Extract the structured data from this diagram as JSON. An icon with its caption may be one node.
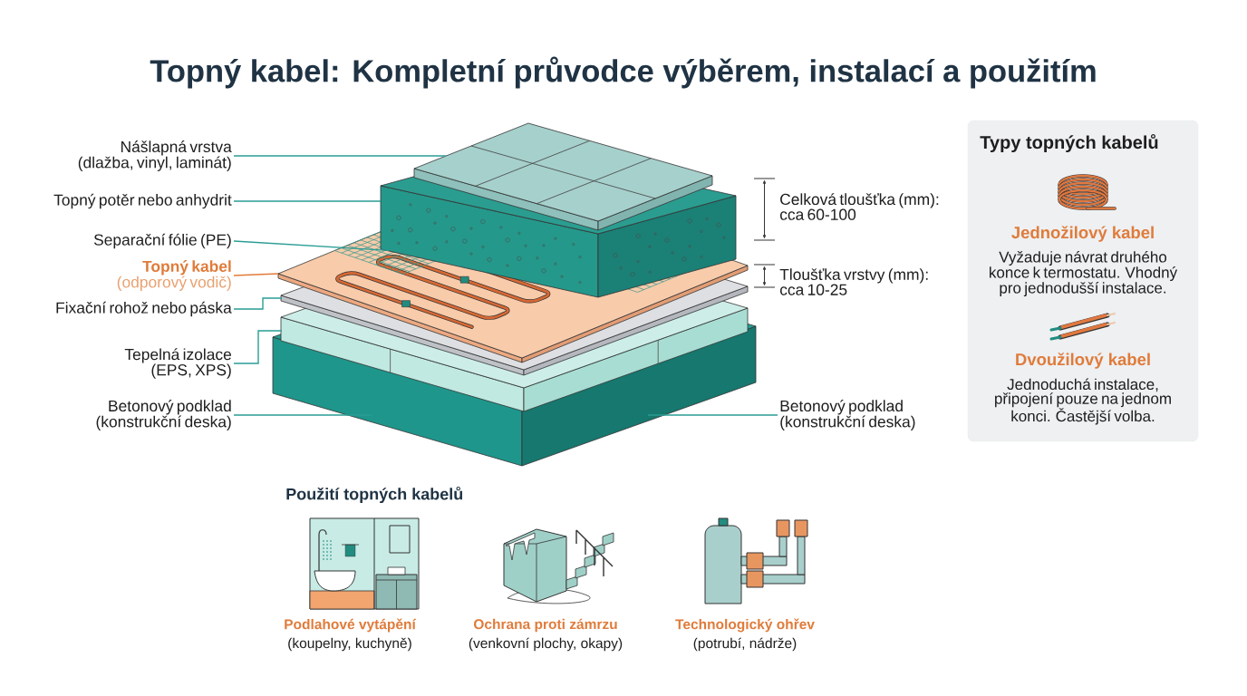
{
  "diagram": {
    "title": "Topný kabel: Kompletní průvodce výběrem, instalací a použitím",
    "nodes": [
      {
        "text": [
          "Nášlapná vrstva (dlažba, vinyl, laminát)"
        ]
      },
      {
        "text": [
          "Topný potěr nebo anhydrit"
        ]
      },
      {
        "text": [
          "Separační fólie (PE)"
        ]
      },
      {
        "text": [
          "Topný kabel",
          "(odporový vodič)"
        ]
      },
      {
        "text": [
          "Fixační rohož nebo páska"
        ]
      },
      {
        "text": [
          "Tepelná izolace (EPS, XPS)"
        ]
      },
      {
        "text": [
          "Betonový podklad (konstrukční deska)"
        ]
      },
      {
        "text": [
          "Betonový podklad (konstrukční deska)"
        ]
      },
      {
        "text": [
          "Typy topných kabelů",
          "Jednožilový kabel",
          "Vyžaduje návrat druhého konce k termostatu. Vhodný pro jednodušší instalace.",
          "Dvoužilový kabel",
          "Jednoduchá instalace, připojení pouze na jednom konci. Častější volba."
        ]
      }
    ],
    "edges": [
      {
        "from": 0,
        "to": null,
        "arrow": "none"
      },
      {
        "from": 1,
        "to": null,
        "arrow": "none"
      },
      {
        "from": 2,
        "to": null,
        "arrow": "none"
      },
      {
        "from": 3,
        "to": null,
        "arrow": "none",
        "color": "#e07b3a"
      },
      {
        "from": 4,
        "to": null,
        "arrow": "none"
      },
      {
        "from": 5,
        "to": null,
        "arrow": "none"
      },
      {
        "from": 6,
        "to": null,
        "arrow": "none"
      },
      {
        "from": 7,
        "to": null,
        "arrow": "none"
      }
    ],
    "labels": [
      "Celková tloušťka (mm): cca 60-100",
      "Tloušťka vrstvy (mm): cca 10-25",
      "Použití topných kabelů",
      "Podlahové vytápění",
      "(koupelny, kuchyně)",
      "Ochrana proti zámrzu",
      "(venkovní plochy, okapy)",
      "Technologický ohřev",
      "(potrubí, nádrže)"
    ]
  }
}
